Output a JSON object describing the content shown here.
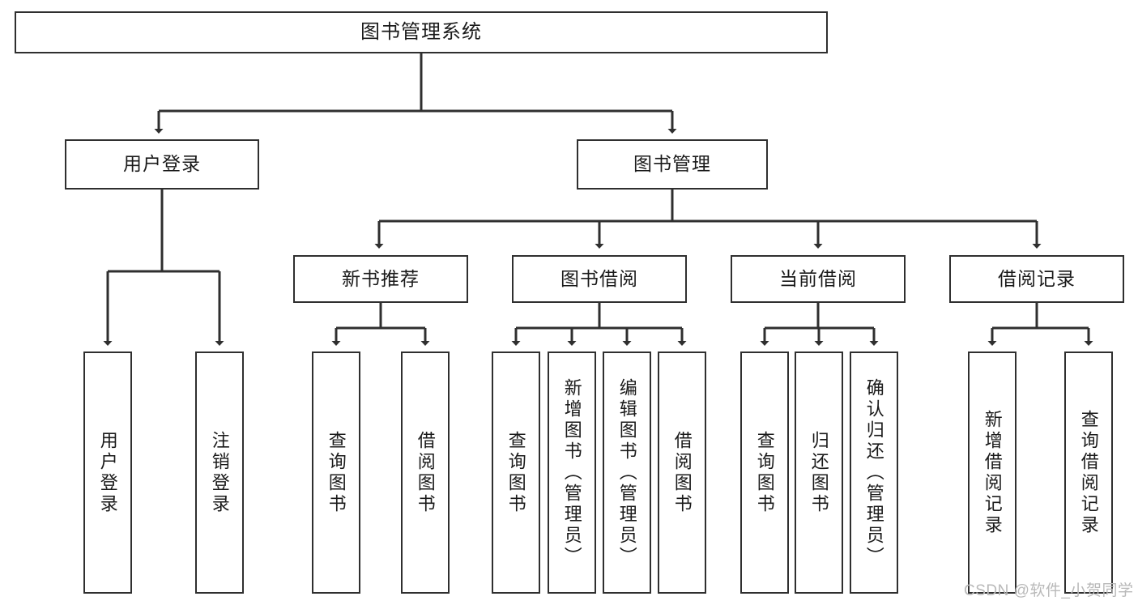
{
  "diagram": {
    "title": "图书管理系统",
    "type": "tree-hierarchy",
    "root": {
      "label": "图书管理系统"
    },
    "level2": [
      {
        "label": "用户登录"
      },
      {
        "label": "图书管理"
      }
    ],
    "level3": [
      {
        "label": "新书推荐"
      },
      {
        "label": "图书借阅"
      },
      {
        "label": "当前借阅"
      },
      {
        "label": "借阅记录"
      }
    ],
    "leaves_user_login": [
      {
        "label": "用户登录"
      },
      {
        "label": "注销登录"
      }
    ],
    "leaves_new_book": [
      {
        "label": "查询图书"
      },
      {
        "label": "借阅图书"
      }
    ],
    "leaves_borrow": [
      {
        "label": "查询图书"
      },
      {
        "label": "新增图书（管理员）"
      },
      {
        "label": "编辑图书（管理员）"
      },
      {
        "label": "借阅图书"
      }
    ],
    "leaves_current": [
      {
        "label": "查询图书"
      },
      {
        "label": "归还图书"
      },
      {
        "label": "确认归还（管理员）"
      }
    ],
    "leaves_records": [
      {
        "label": "新增借阅记录"
      },
      {
        "label": "查询借阅记录"
      }
    ]
  },
  "watermark": {
    "text": "CSDN @软件_小贺同学"
  },
  "colors": {
    "stroke": "#2f2f2f",
    "fill": "#ffffff",
    "text": "#1a1a1a",
    "watermark": "#b9b9b9"
  }
}
